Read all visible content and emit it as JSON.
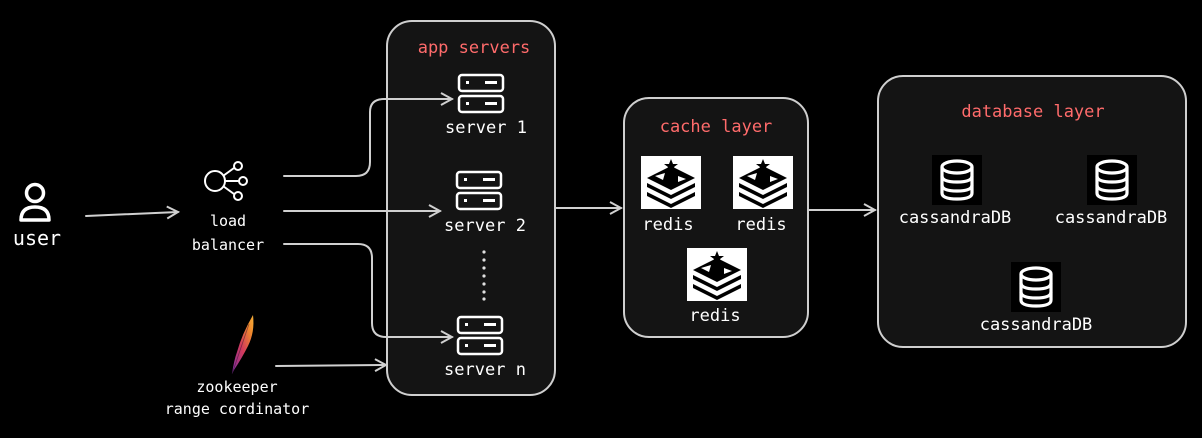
{
  "user": {
    "label": "user"
  },
  "load_balancer": {
    "label_line1": "load",
    "label_line2": "balancer"
  },
  "zookeeper": {
    "label_line1": "zookeeper",
    "label_line2": "range cordinator"
  },
  "app_servers": {
    "title": "app servers",
    "servers": [
      "server 1",
      "server 2",
      "server n"
    ]
  },
  "cache_layer": {
    "title": "cache layer",
    "nodes": [
      "redis",
      "redis",
      "redis"
    ]
  },
  "database_layer": {
    "title": "database layer",
    "nodes": [
      "cassandraDB",
      "cassandraDB",
      "cassandraDB"
    ]
  },
  "colors": {
    "title_red": "#ff6b6b",
    "stroke": "#cfcfcf",
    "box_fill": "#141414"
  }
}
